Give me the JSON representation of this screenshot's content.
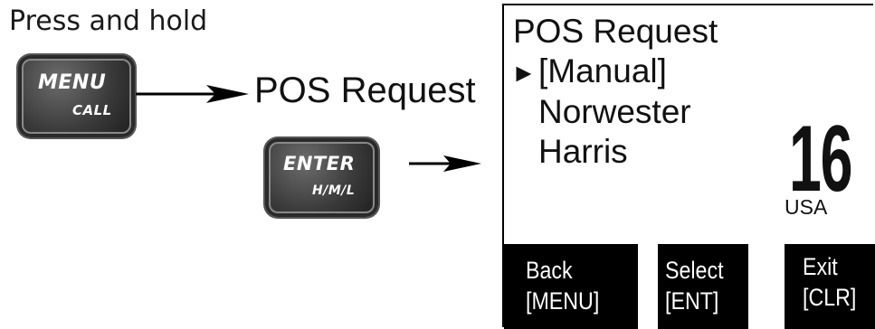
{
  "instruction": "Press and hold",
  "keys": {
    "menu": {
      "line1": "MENU",
      "line2": "CALL"
    },
    "enter": {
      "line1": "ENTER",
      "line2": "H/M/L"
    }
  },
  "step_label": "POS Request",
  "lcd": {
    "title": "POS Request",
    "cursor": "►",
    "options": [
      "[Manual]",
      "Norwester",
      "Harris"
    ],
    "channel": "16",
    "region": "USA",
    "softkeys": [
      {
        "line1": "Back",
        "line2": "[MENU]"
      },
      {
        "line1": "Select",
        "line2": "[ENT]"
      },
      {
        "line1": "Exit",
        "line2": "[CLR]"
      }
    ]
  },
  "icons": [
    "arrow-right-icon",
    "arrow-right-icon"
  ]
}
